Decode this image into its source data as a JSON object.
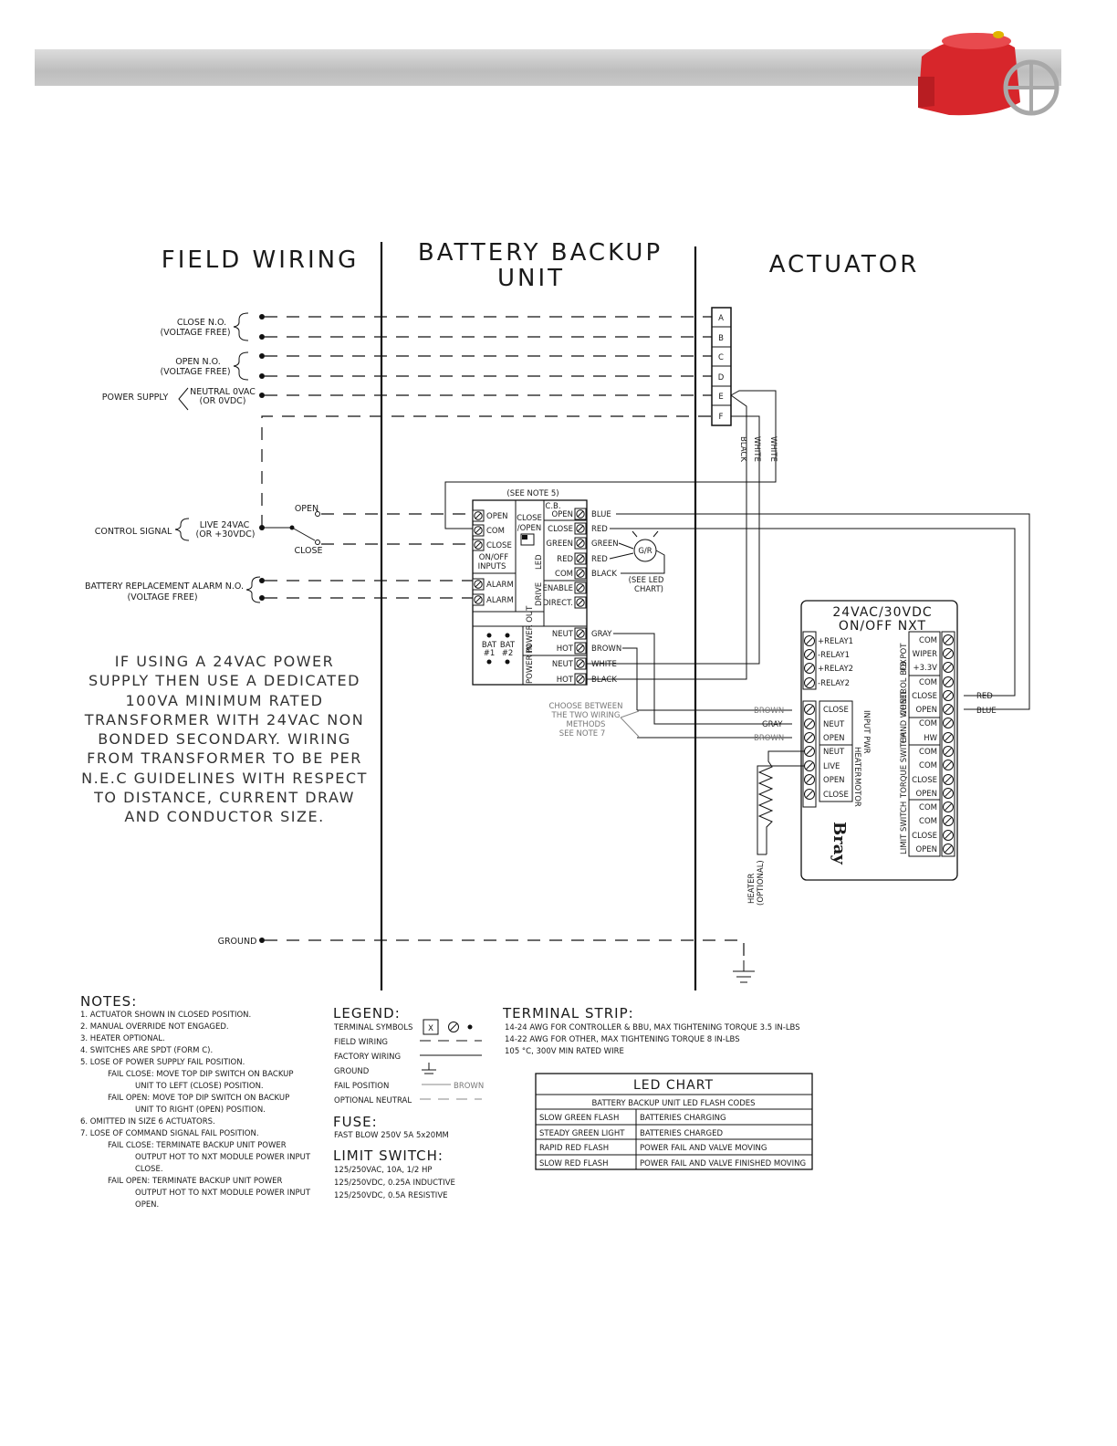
{
  "headings": {
    "field_wiring": "FIELD WIRING",
    "bbu_line1": "BATTERY BACKUP",
    "bbu_line2": "UNIT",
    "actuator": "ACTUATOR"
  },
  "field_inputs": {
    "close_no": "CLOSE N.O.",
    "open_no": "OPEN N.O.",
    "voltage_free": "(VOLTAGE FREE)",
    "power_supply": "POWER SUPPLY",
    "neutral": "NEUTRAL 0VAC",
    "neutral_alt": "(OR 0VDC)",
    "control_signal": "CONTROL SIGNAL",
    "live": "LIVE 24VAC",
    "live_alt": "(OR +30VDC)",
    "switch_open": "OPEN",
    "switch_close": "CLOSE",
    "battery_alarm": "BATTERY REPLACEMENT ALARM N.O.",
    "ground": "GROUND"
  },
  "actuator_terminals": [
    "A",
    "B",
    "C",
    "D",
    "E",
    "F"
  ],
  "wire_colors": {
    "black": "BLACK",
    "white": "WHITE",
    "blue": "BLUE",
    "red": "RED",
    "green": "GREEN",
    "gray": "GRAY",
    "brown": "BROWN"
  },
  "bbu": {
    "see_note5": "(SEE NOTE 5)",
    "inputs": [
      "OPEN",
      "COM",
      "CLOSE"
    ],
    "onoff_inputs_1": "ON/OFF",
    "onoff_inputs_2": "INPUTS",
    "alarms": [
      "ALARM",
      "ALARM"
    ],
    "dip_1": "CLOSE",
    "dip_2": "/OPEN",
    "cb": "C.B.",
    "cb_terms": [
      "OPEN",
      "CLOSE"
    ],
    "led": "LED",
    "led_terms": [
      "GREEN",
      "RED",
      "COM"
    ],
    "drive": "DRIVE",
    "drive_terms": [
      "ENABLE",
      "DIRECT."
    ],
    "bat1": "BAT",
    "bat1b": "#1",
    "bat2": "BAT",
    "bat2b": "#2",
    "power_out": "POWER OUT",
    "power_in": "POWER IN",
    "power_out_terms": [
      "NEUT",
      "HOT"
    ],
    "power_in_terms": [
      "NEUT",
      "HOT"
    ],
    "gr": "G/R",
    "see_led_1": "(SEE LED",
    "see_led_2": "CHART)"
  },
  "choose_note": [
    "CHOOSE BETWEEN",
    "THE TWO WIRING",
    "METHODS",
    "SEE NOTE 7"
  ],
  "nxt": {
    "title_1": "24VAC/30VDC",
    "title_2": "ON/OFF NXT",
    "relays": [
      "+RELAY1",
      "-RELAY1",
      "+RELAY2",
      "-RELAY2"
    ],
    "input_pwr_terms": [
      "CLOSE",
      "NEUT",
      "OPEN"
    ],
    "input_pwr": "INPUT PWR",
    "heater_motor_terms": [
      "NEUT",
      "LIVE",
      "OPEN",
      "CLOSE"
    ],
    "heater": "HEATER",
    "motor": "MOTOR",
    "fb_pot": "FB POT",
    "fb_pot_terms": [
      "COM",
      "WIPER",
      "+3.3V"
    ],
    "control_box": "CONTROL BOX",
    "control_box_terms": [
      "COM",
      "CLOSE",
      "OPEN"
    ],
    "hand_wheel": "HAND WHEEL",
    "hand_wheel_terms": [
      "COM",
      "HW"
    ],
    "torque_switch": "TORQUE SWITCH",
    "torque_terms": [
      "COM",
      "COM",
      "CLOSE",
      "OPEN"
    ],
    "limit_switch": "LIMIT SWITCH",
    "limit_terms": [
      "COM",
      "COM",
      "CLOSE",
      "OPEN"
    ],
    "logo": "Bray"
  },
  "heater_label_1": "HEATER",
  "heater_label_2": "(OPTIONAL)",
  "transformer_note": [
    "IF USING A 24VAC POWER",
    "SUPPLY THEN USE A DEDICATED",
    "100VA MINIMUM RATED",
    "TRANSFORMER WITH 24VAC NON",
    "BONDED SECONDARY. WIRING",
    "FROM TRANSFORMER TO BE PER",
    "N.E.C GUIDELINES WITH RESPECT",
    "TO DISTANCE, CURRENT DRAW",
    "AND CONDUCTOR SIZE."
  ],
  "notes": {
    "title": "NOTES:",
    "lines": [
      "1. ACTUATOR SHOWN IN CLOSED POSITION.",
      "2. MANUAL OVERRIDE NOT ENGAGED.",
      "3. HEATER OPTIONAL.",
      "4. SWITCHES ARE SPDT (FORM C).",
      "5. LOSE OF POWER SUPPLY FAIL POSITION.",
      "FAIL CLOSE: MOVE TOP DIP SWITCH ON BACKUP",
      "UNIT TO LEFT (CLOSE) POSITION.",
      "FAIL OPEN: MOVE TOP DIP SWITCH ON BACKUP",
      "UNIT TO RIGHT (OPEN) POSITION.",
      "6. OMITTED IN SIZE 6 ACTUATORS.",
      "7. LOSE OF COMMAND SIGNAL FAIL POSITION.",
      "FAIL CLOSE: TERMINATE BACKUP UNIT POWER",
      "OUTPUT HOT TO NXT MODULE POWER INPUT",
      "CLOSE.",
      "FAIL OPEN: TERMINATE BACKUP UNIT POWER",
      "OUTPUT HOT TO NXT MODULE POWER INPUT",
      "OPEN."
    ]
  },
  "legend": {
    "title": "LEGEND:",
    "terminal_symbols": "TERMINAL SYMBOLS",
    "terminal_x": "X",
    "field_wiring": "FIELD WIRING",
    "factory_wiring": "FACTORY WIRING",
    "ground": "GROUND",
    "fail_position": "FAIL POSITION",
    "fail_position_color": "BROWN",
    "optional_neutral": "OPTIONAL NEUTRAL"
  },
  "fuse": {
    "title": "FUSE:",
    "line": "FAST BLOW 250V 5A 5x20MM"
  },
  "limit_switch": {
    "title": "LIMIT SWITCH:",
    "lines": [
      "125/250VAC, 10A, 1/2 HP",
      "125/250VDC, 0.25A INDUCTIVE",
      "125/250VDC, 0.5A RESISTIVE"
    ]
  },
  "terminal_strip": {
    "title": "TERMINAL STRIP:",
    "lines": [
      "14-24 AWG FOR CONTROLLER & BBU, MAX TIGHTENING TORQUE 3.5 IN-LBS",
      "14-22 AWG FOR OTHER, MAX TIGHTENING TORQUE 8 IN-LBS",
      "105 °C, 300V MIN RATED WIRE"
    ]
  },
  "led_chart": {
    "title": "LED CHART",
    "subtitle": "BATTERY BACKUP UNIT LED FLASH CODES",
    "rows": [
      [
        "SLOW GREEN FLASH",
        "BATTERIES CHARGING"
      ],
      [
        "STEADY GREEN LIGHT",
        "BATTERIES CHARGED"
      ],
      [
        "RAPID RED FLASH",
        "POWER FAIL AND VALVE MOVING"
      ],
      [
        "SLOW RED FLASH",
        "POWER FAIL AND VALVE FINISHED MOVING"
      ]
    ]
  },
  "colors": {
    "header_bar": "#c8c8c8",
    "actuator_red": "#d7262b"
  }
}
